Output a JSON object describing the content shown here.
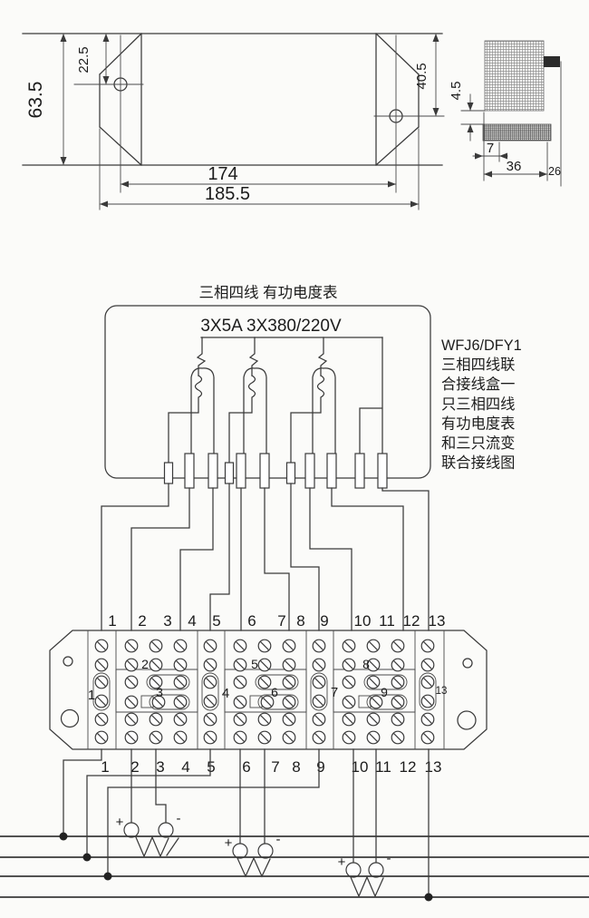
{
  "page": {
    "bg": "#fbfbf9",
    "ink": "#3a3a3a"
  },
  "plan_view": {
    "dim_height": "63.5",
    "dim_hole_top": "22.5",
    "dim_hole_right": "40.5",
    "dim_hole_span": "174",
    "dim_total_width": "185.5"
  },
  "side_view": {
    "dim_gap": "4.5",
    "dim_tab": "7",
    "dim_width": "36",
    "dim_depth": "26"
  },
  "meter": {
    "title": "三相四线  有功电度表",
    "rating": "3X5A   3X380/220V"
  },
  "note": {
    "lines": [
      "WFJ6/DFY1",
      "三相四线联",
      "合接线盒一",
      "只三相四线",
      "有功电度表",
      "和三只流变",
      "联合接线图"
    ]
  },
  "junction_box": {
    "top_numbers": [
      "1",
      "2",
      "3",
      "4",
      "5",
      "6",
      "7",
      "8",
      "9",
      "10",
      "11",
      "12",
      "13"
    ],
    "bottom_numbers": [
      "1",
      "2",
      "3",
      "4",
      "5",
      "6",
      "7",
      "8",
      "9",
      "10",
      "11",
      "12",
      "13"
    ],
    "internal_labels": [
      {
        "id": "phase-a-voltage-link",
        "text": "1"
      },
      {
        "id": "group-a-upper",
        "text": "2"
      },
      {
        "id": "group-a-middle",
        "text": "3"
      },
      {
        "id": "phase-b-voltage-link",
        "text": "4"
      },
      {
        "id": "group-b-upper",
        "text": "5"
      },
      {
        "id": "group-b-middle",
        "text": "6"
      },
      {
        "id": "phase-c-voltage-link",
        "text": "7"
      },
      {
        "id": "group-c-upper",
        "text": "8"
      },
      {
        "id": "group-c-middle",
        "text": "9"
      },
      {
        "id": "neutral-link",
        "text": "13"
      }
    ]
  },
  "ct_labels": {
    "plus": "+",
    "minus": "-"
  }
}
